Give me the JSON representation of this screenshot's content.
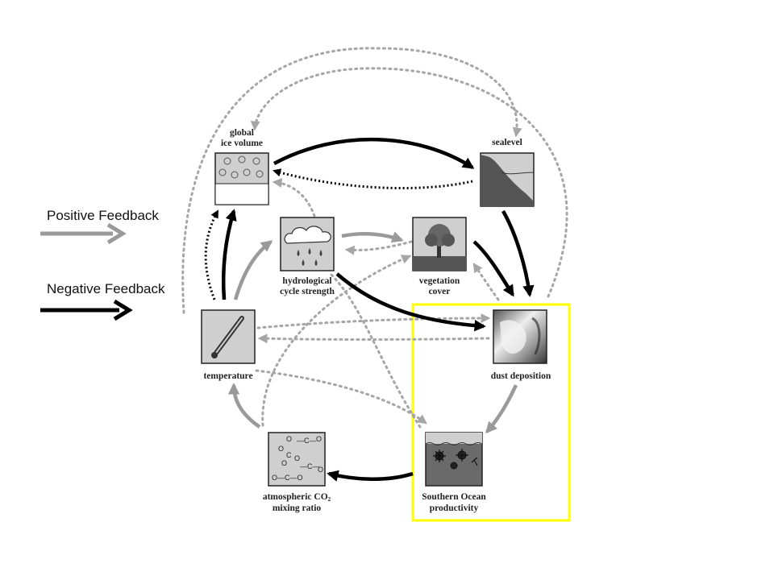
{
  "legend": {
    "positive_label": "Positive Feedback",
    "negative_label": "Negative Feedback",
    "positive_color": "#9a9a9a",
    "negative_color": "#000000"
  },
  "nodes": {
    "ice": {
      "line1": "global",
      "line2": "ice volume",
      "icon": "snowflake-icon"
    },
    "sealevel": {
      "line1": "sealevel",
      "icon": "sea-shore-icon"
    },
    "hydro": {
      "line1": "hydrological",
      "line2": "cycle strength",
      "icon": "rain-cloud-icon"
    },
    "vegetation": {
      "line1": "vegetation",
      "line2": "cover",
      "icon": "tree-icon"
    },
    "temperature": {
      "line1": "temperature",
      "icon": "thermometer-icon"
    },
    "dust": {
      "line1": "dust deposition",
      "icon": "satellite-dust-icon"
    },
    "co2": {
      "line1": "atmospheric CO",
      "sub": "2",
      "line2": "mixing ratio",
      "icon": "co2-molecule-icon"
    },
    "ocean": {
      "line1": "Southern Ocean",
      "line2": "productivity",
      "icon": "plankton-icon"
    }
  },
  "colors": {
    "highlight": "#ffff00",
    "dotted": "#a6a6a6",
    "box_fill": "#cfcfcf"
  }
}
